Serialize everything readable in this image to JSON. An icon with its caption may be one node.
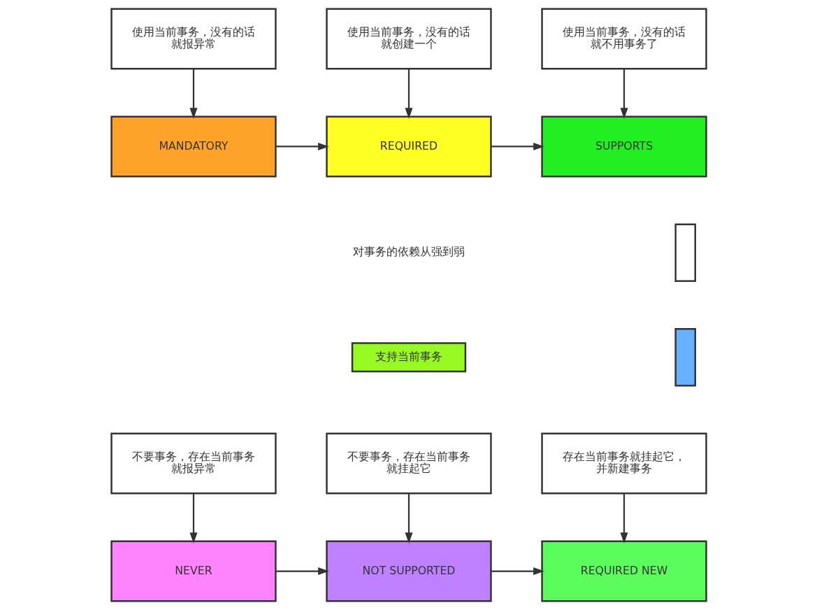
{
  "diagram": {
    "nodes": [
      {
        "text": [
          "使用当前事务，没有的话就报异常"
        ]
      },
      {
        "text": [
          "使用当前事务，没有的话就创建一个"
        ]
      },
      {
        "text": [
          "使用当前事务，没有的话就不用事务了"
        ]
      },
      {
        "text": [
          "MANDATORY"
        ]
      },
      {
        "text": [
          "REQUIRED"
        ]
      },
      {
        "text": [
          "SUPPORTS"
        ]
      },
      {
        "text": [],
        "shape": "box"
      },
      {
        "text": [
          "支持当前事务"
        ]
      },
      {
        "text": [],
        "shape": "box"
      },
      {
        "text": [
          "不要事务，存在当前事务就报异常"
        ]
      },
      {
        "text": [
          "不要事务，存在当前事务就挂起它"
        ]
      },
      {
        "text": [
          "存在当前事务就挂起它，并新建事务"
        ]
      },
      {
        "text": [
          "NEVER"
        ]
      },
      {
        "text": [
          "NOT SUPPORTED"
        ]
      },
      {
        "text": [
          "REQUIRED NEW"
        ]
      }
    ],
    "edges": [
      {
        "from": 0,
        "to": 3,
        "arrow": "to"
      },
      {
        "from": 1,
        "to": 4,
        "arrow": "to"
      },
      {
        "from": 2,
        "to": 5,
        "arrow": "to"
      },
      {
        "from": 3,
        "to": 4,
        "arrow": "to"
      },
      {
        "from": 4,
        "to": 5,
        "arrow": "to"
      },
      {
        "from": 9,
        "to": 12,
        "arrow": "to"
      },
      {
        "from": 10,
        "to": 13,
        "arrow": "to"
      },
      {
        "from": 11,
        "to": 14,
        "arrow": "to"
      },
      {
        "from": 12,
        "to": 13,
        "arrow": "to"
      },
      {
        "from": 13,
        "to": 14,
        "arrow": "to"
      }
    ],
    "labels": [
      "对事务的依赖从强到弱"
    ]
  }
}
